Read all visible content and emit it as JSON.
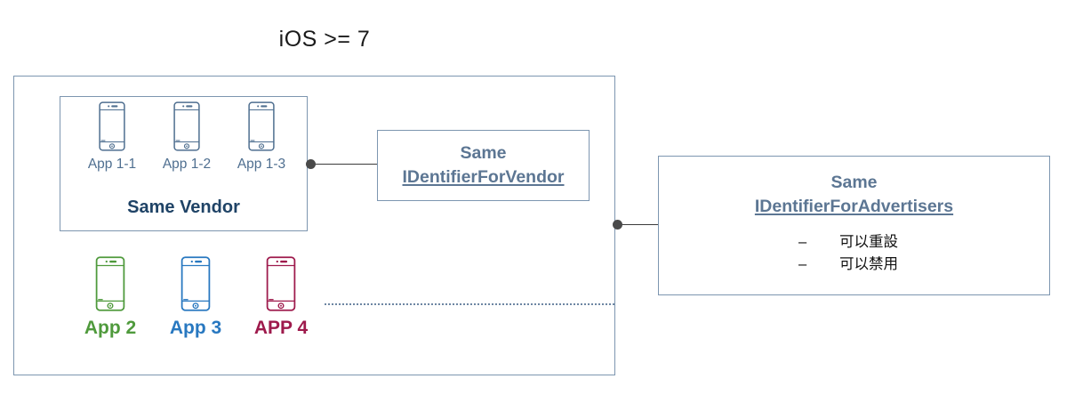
{
  "diagram": {
    "title": "iOS >= 7",
    "type": "block-diagram"
  },
  "vendor_group": {
    "label": "Same Vendor",
    "apps": [
      {
        "label": "App 1-1",
        "icon": "smartphone-icon",
        "color": "#4f6f90"
      },
      {
        "label": "App 1-2",
        "icon": "smartphone-icon",
        "color": "#4f6f90"
      },
      {
        "label": "App 1-3",
        "icon": "smartphone-icon",
        "color": "#4f6f90"
      }
    ]
  },
  "other_apps": [
    {
      "label": "App 2",
      "icon": "smartphone-icon",
      "color": "#4f9a3c"
    },
    {
      "label": "App 3",
      "icon": "smartphone-icon",
      "color": "#2878c0"
    },
    {
      "label": "APP 4",
      "icon": "smartphone-icon",
      "color": "#9e1a4c"
    }
  ],
  "idfv_callout": {
    "line1": "Same",
    "line2": "IDentifierForVendor"
  },
  "idfa_callout": {
    "line1": "Same",
    "line2": "IDentifierForAdvertisers",
    "bullets": [
      {
        "dash": "–",
        "text": "可以重設"
      },
      {
        "dash": "–",
        "text": "可以禁用"
      }
    ]
  },
  "colors": {
    "box_border": "#7d96b0",
    "callout_text": "#5c7693",
    "vendor_label": "#1f4366",
    "app_label": "#4f6f90",
    "connector": "#3b3b3b",
    "dotted_separator": "#6d86a3",
    "title_text": "#1a1a1a",
    "bullet_text": "#111111"
  }
}
